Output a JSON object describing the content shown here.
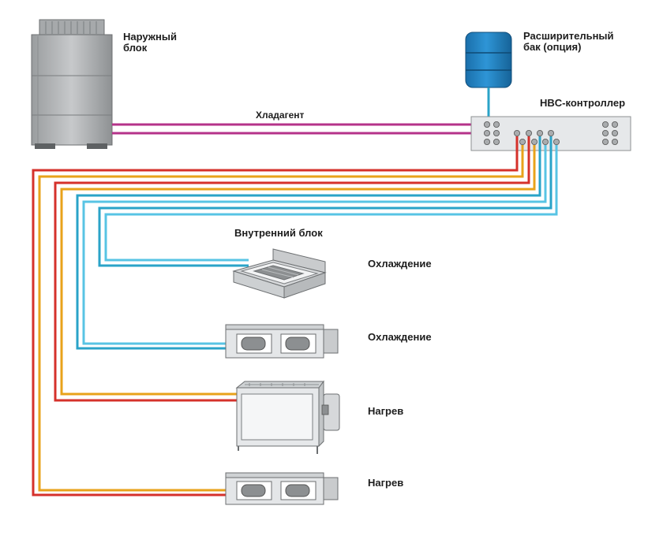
{
  "labels": {
    "outdoor_line1": "Наружный",
    "outdoor_line2": "блок",
    "tank_line1": "Расширительный",
    "tank_line2": "бак (опция)",
    "controller": "HBC-контроллер",
    "refrigerant": "Хладагент",
    "indoor_unit": "Внутренний блок",
    "mode_1": "Охлаждение",
    "mode_2": "Охлаждение",
    "mode_3": "Нагрев",
    "mode_4": "Нагрев"
  },
  "colors": {
    "refrigerant": "#b5338a",
    "hot_supply": "#d5312b",
    "hot_return": "#e8a21a",
    "cold_supply": "#2aa3c8",
    "cold_return": "#58c4e4",
    "tank": "#1e82c4",
    "controller_body": "#e6e8ea"
  }
}
